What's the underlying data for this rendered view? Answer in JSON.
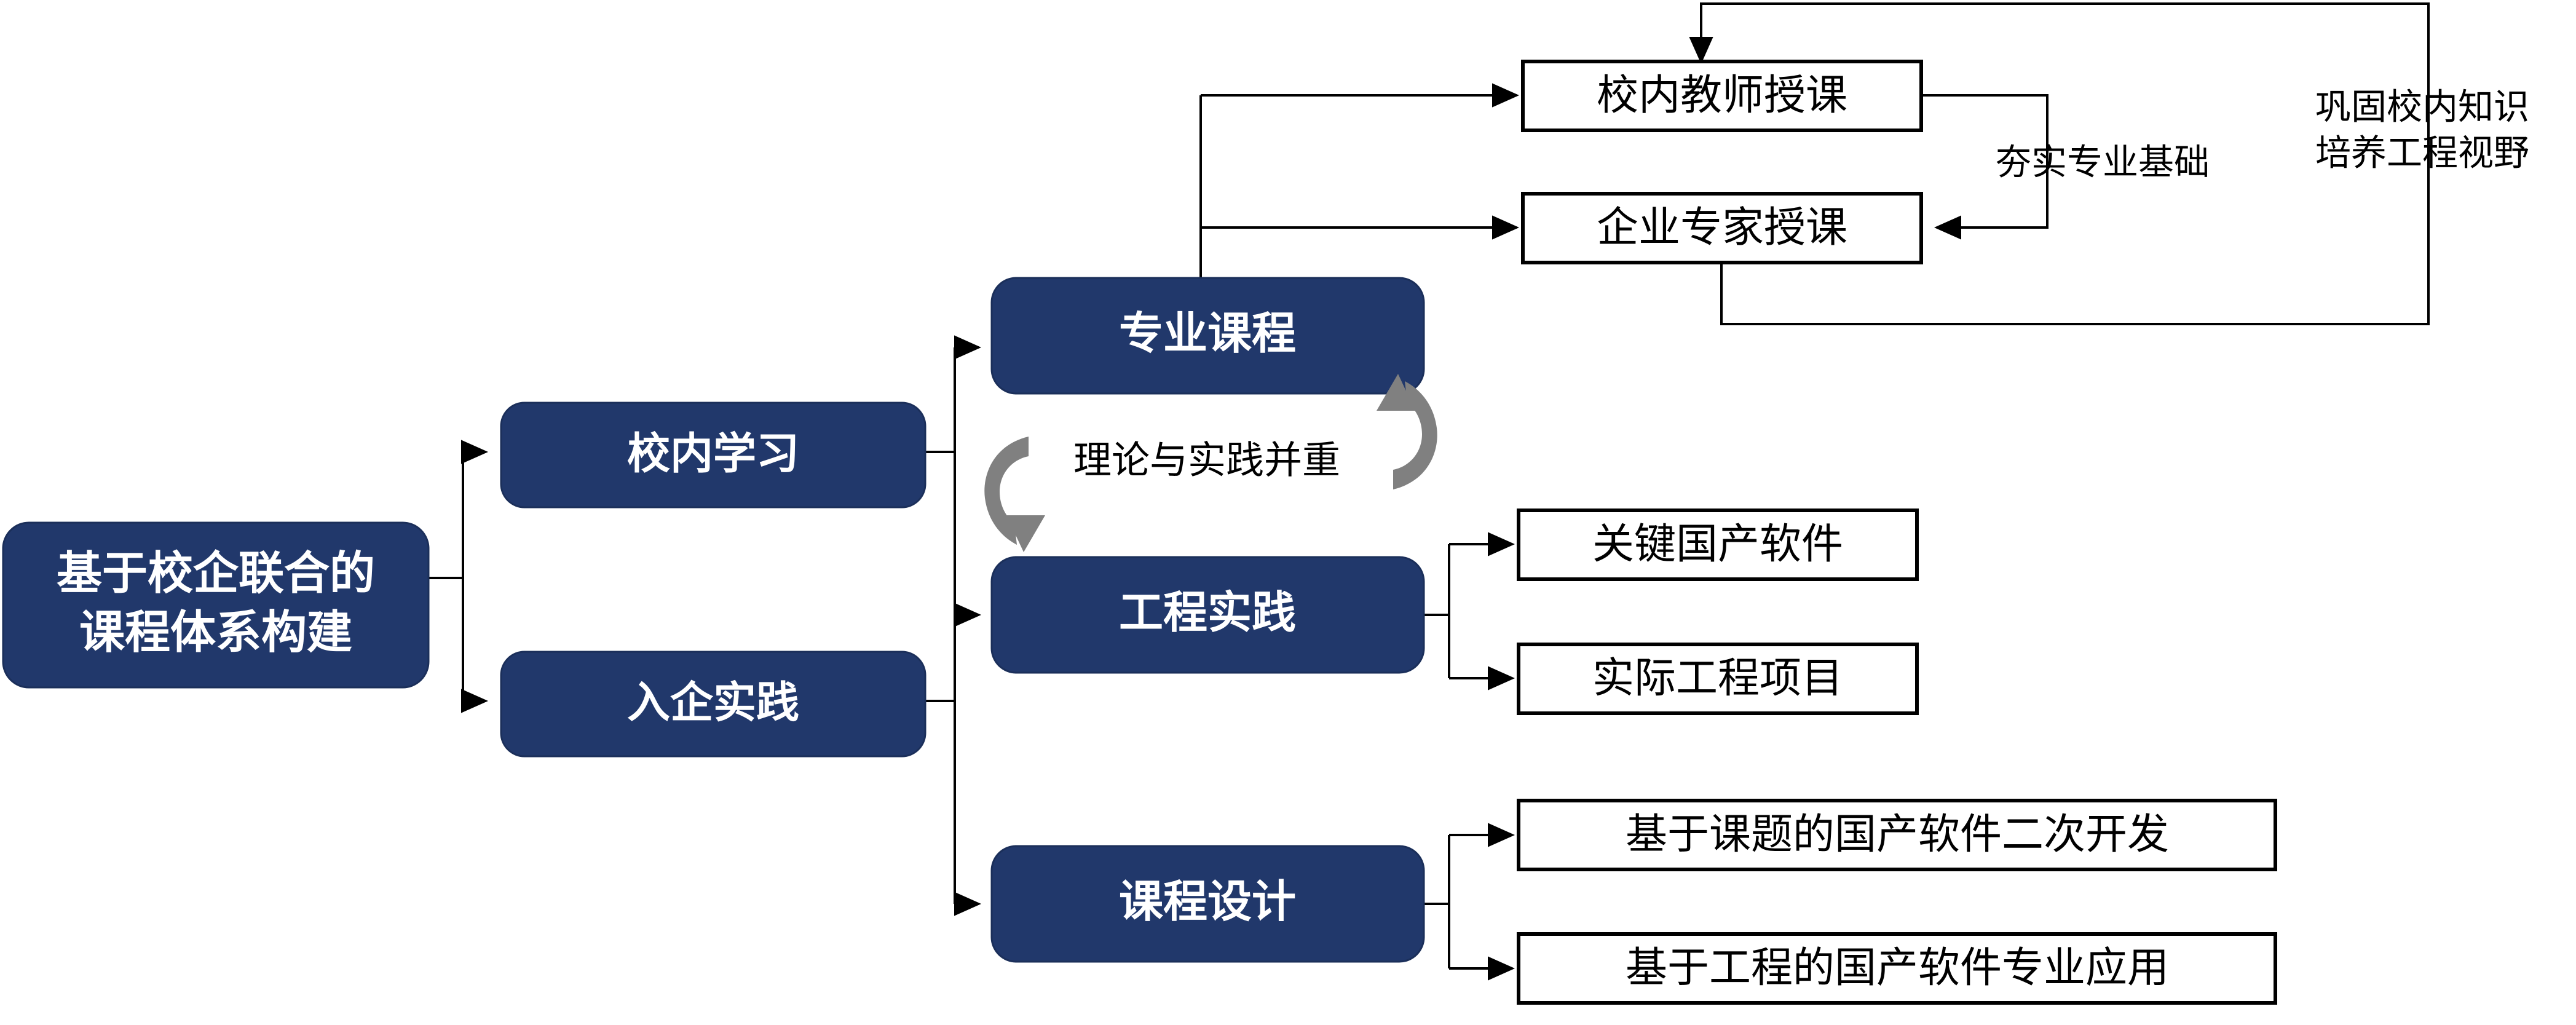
{
  "diagram": {
    "title_node": {
      "id": "root",
      "label_line1": "基于校企联合的",
      "label_line2": "课程体系构建",
      "style": "rounded-blue"
    },
    "level1_nodes": [
      {
        "id": "campus-study",
        "label": "校内学习",
        "style": "rounded-blue"
      },
      {
        "id": "enterprise-practice",
        "label": "入企实践",
        "style": "rounded-blue"
      }
    ],
    "level2_nodes": [
      {
        "id": "professional-course",
        "label": "专业课程",
        "style": "rounded-blue"
      },
      {
        "id": "engineering-practice",
        "label": "工程实践",
        "style": "rounded-blue"
      },
      {
        "id": "course-design",
        "label": "课程设计",
        "style": "rounded-blue"
      }
    ],
    "level3_nodes": [
      {
        "id": "campus-teacher-teaching",
        "label": "校内教师授课",
        "style": "rect-white"
      },
      {
        "id": "enterprise-expert-teaching",
        "label": "企业专家授课",
        "style": "rect-white"
      },
      {
        "id": "key-domestic-software",
        "label": "关键国产软件",
        "style": "rect-white"
      },
      {
        "id": "real-engineering-project",
        "label": "实际工程项目",
        "style": "rect-white"
      },
      {
        "id": "topic-based-secondary-development",
        "label": "基于课题的国产软件二次开发",
        "style": "rect-white"
      },
      {
        "id": "engineering-based-professional-application",
        "label": "基于工程的国产软件专业应用",
        "style": "rect-white"
      }
    ],
    "edge_labels": [
      {
        "id": "consolidate-major-foundation",
        "text": "夯实专业基础"
      },
      {
        "id": "consolidate-campus-knowledge",
        "line1": "巩固校内知识",
        "line2": "培养工程视野"
      },
      {
        "id": "theory-practice-equal",
        "text": "理论与实践并重"
      }
    ],
    "colors": {
      "node_blue": "#21386b",
      "node_blue_border": "#1b2f5a",
      "node_text_white": "#ffffff",
      "box_border_black": "#000000",
      "box_fill_white": "#ffffff",
      "cycle_arrow_gray": "#808080",
      "background": "#ffffff"
    },
    "icons": [
      {
        "id": "cycle-arrow-left",
        "name": "circular-arrow-left-icon"
      },
      {
        "id": "cycle-arrow-right",
        "name": "circular-arrow-right-icon"
      }
    ]
  }
}
